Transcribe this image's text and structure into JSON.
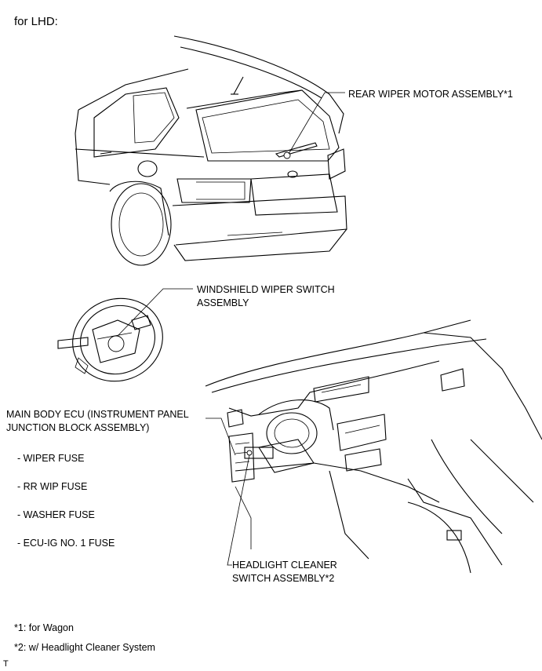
{
  "header": {
    "title": "for LHD:"
  },
  "labels": {
    "rear_wiper_motor": "REAR WIPER MOTOR ASSEMBLY*1",
    "windshield_wiper_switch": "WINDSHIELD WIPER SWITCH\nASSEMBLY",
    "main_body_ecu": "MAIN BODY ECU (INSTRUMENT PANEL\nJUNCTION BLOCK ASSEMBLY)",
    "headlight_cleaner_switch": "HEADLIGHT CLEANER\nSWITCH ASSEMBLY*2"
  },
  "fuses": [
    "- WIPER FUSE",
    "- RR WIP FUSE",
    "- WASHER FUSE",
    "- ECU-IG NO. 1 FUSE"
  ],
  "footnotes": [
    "*1: for Wagon",
    "*2: w/ Headlight Cleaner System"
  ],
  "corner_mark": "T"
}
